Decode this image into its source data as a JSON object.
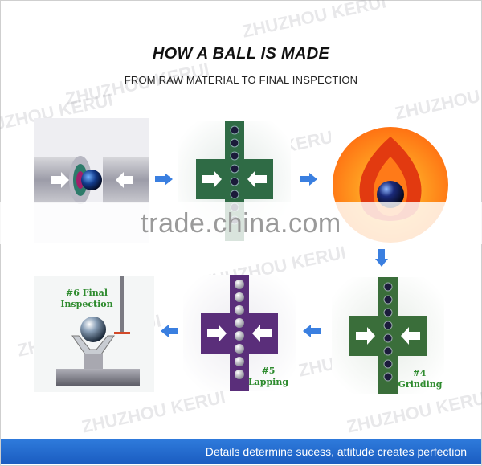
{
  "header": {
    "title": "HOW A BALL IS MADE",
    "subtitle": "FROM RAW MATERIAL TO FINAL INSPECTION"
  },
  "watermarks": [
    "ZHUZHOU KERUI",
    "ZHUZHOU KERUI",
    "ZHUZHOU KERUI",
    "ZHUZHOU KERUI",
    "ZHUZHOU KERUI",
    "ZHUZHOU KERUI",
    "ZHUZHOU KERUI",
    "ZHUZHOU KERUI",
    "ZHUZHOU KERUI",
    "ZHUZHOU KERUI"
  ],
  "overlay": {
    "brand": "trade.china.com"
  },
  "steps": {
    "step4": {
      "number": "#4",
      "label": "Grinding"
    },
    "step5": {
      "number": "#5",
      "label": "Lapping"
    },
    "step6": {
      "number": "#6 Final",
      "label": "Inspection"
    }
  },
  "footer": {
    "slogan": "Details determine sucess, attitude creates perfection"
  },
  "colors": {
    "arrow": "#3a7fe0",
    "green_plate": "#2f6b45",
    "purple_plate": "#5a2e7a",
    "dark_green_plate": "#3a6e3a",
    "footer": "#1f66cc"
  }
}
